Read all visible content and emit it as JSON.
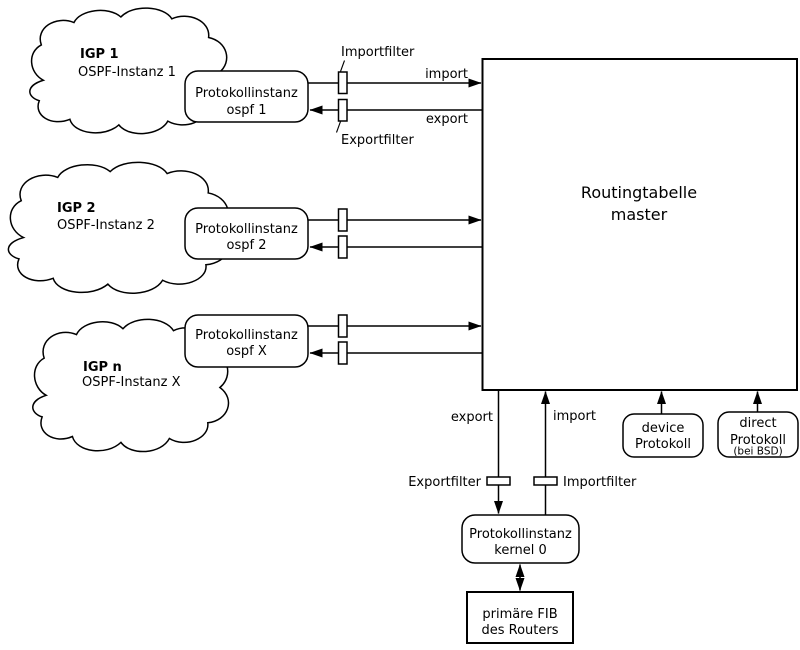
{
  "clouds": [
    {
      "name": "IGP 1",
      "instance": "OSPF-Instanz 1"
    },
    {
      "name": "IGP 2",
      "instance": "OSPF-Instanz 2"
    },
    {
      "name": "IGP n",
      "instance": "OSPF-Instanz X"
    }
  ],
  "protocol_instances": [
    {
      "line1": "Protokollinstanz",
      "line2": "ospf 1"
    },
    {
      "line1": "Protokollinstanz",
      "line2": "ospf 2"
    },
    {
      "line1": "Protokollinstanz",
      "line2": "ospf X"
    }
  ],
  "routing_table": {
    "line1": "Routingtabelle",
    "line2": "master"
  },
  "top_filters": {
    "import": "Importfilter",
    "export": "Exportfilter"
  },
  "top_flows": {
    "import": "import",
    "export": "export"
  },
  "bottom_flows": {
    "export": "export",
    "import": "import"
  },
  "bottom_filters": {
    "export": "Exportfilter",
    "import": "Importfilter"
  },
  "device_protocol": {
    "line1": "device",
    "line2": "Protokoll"
  },
  "direct_protocol": {
    "line1": "direct",
    "line2": "Protokoll",
    "note": "(bei BSD)"
  },
  "kernel_instance": {
    "line1": "Protokollinstanz",
    "line2": "kernel 0"
  },
  "fib": {
    "line1": "primäre FIB",
    "line2": "des Routers"
  },
  "colors": {
    "stroke": "#000000",
    "fill": "#ffffff",
    "text": "#000000",
    "background": "#ffffff"
  }
}
